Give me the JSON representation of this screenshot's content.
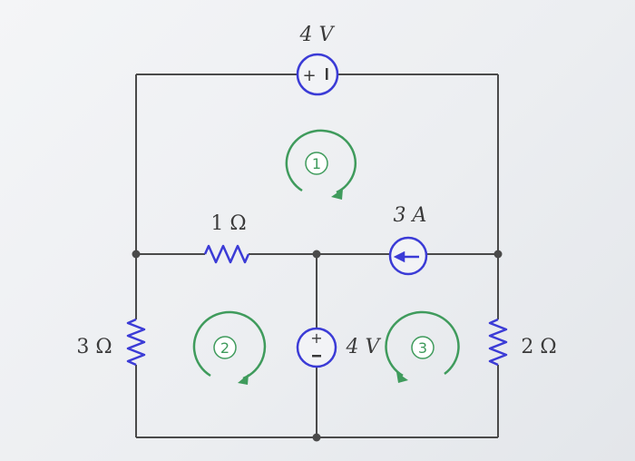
{
  "components": {
    "top_source": {
      "label": "4 V",
      "plus": "+",
      "minus": "−"
    },
    "current_source": {
      "label": "3 A"
    },
    "center_source": {
      "label": "4 V",
      "plus": "+",
      "minus": "−"
    },
    "r_left": {
      "label": "3 Ω"
    },
    "r_mid": {
      "label": "1 Ω"
    },
    "r_right": {
      "label": "2 Ω"
    }
  },
  "loops": [
    {
      "number": "1",
      "direction": "clockwise"
    },
    {
      "number": "2",
      "direction": "clockwise"
    },
    {
      "number": "3",
      "direction": "counterclockwise"
    }
  ],
  "colors": {
    "wire": "#4a4a4a",
    "component": "#3b3bd6",
    "loop": "#3f9b5c"
  }
}
